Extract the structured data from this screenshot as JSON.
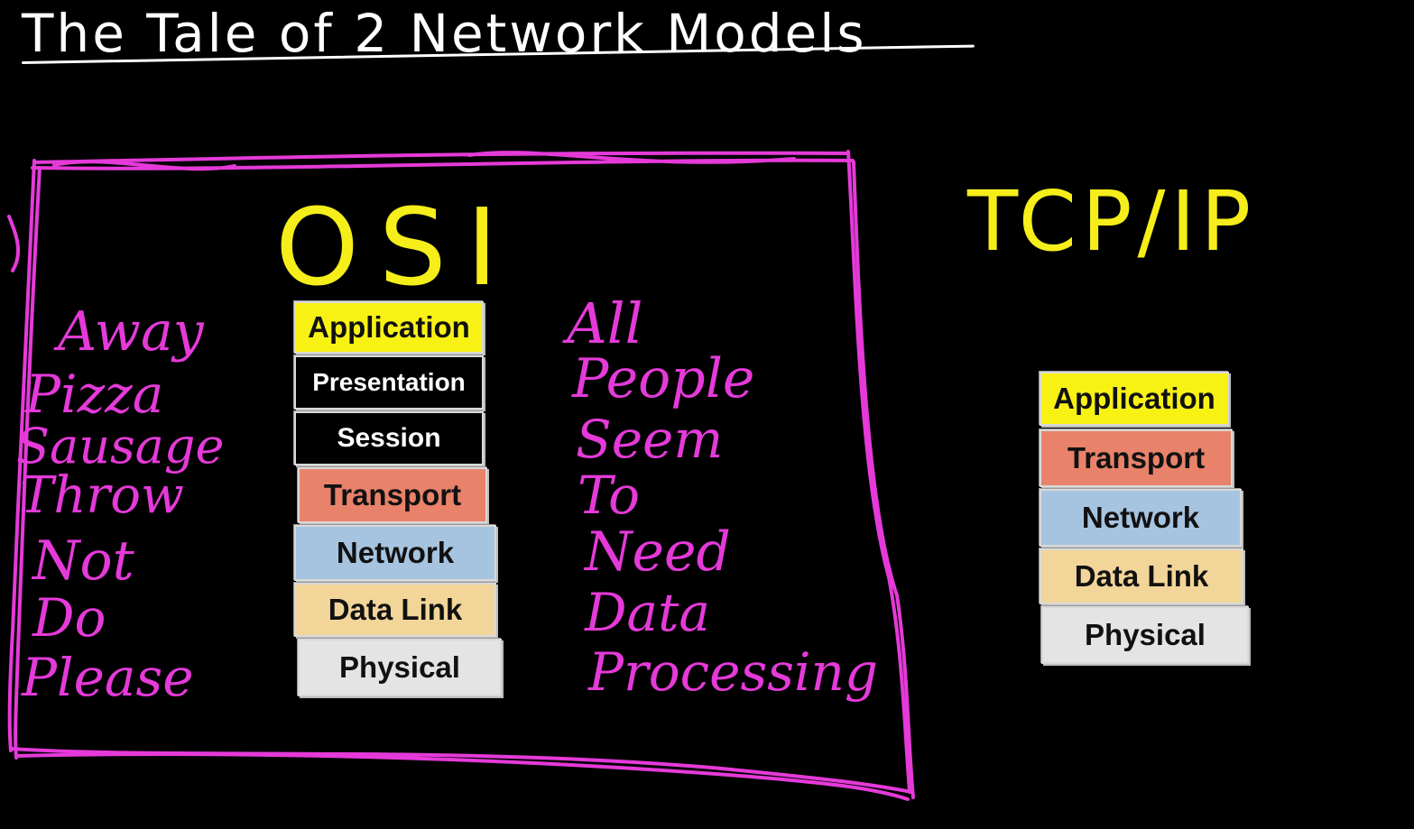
{
  "title": "The Tale of 2 Network Models",
  "osi": {
    "heading": "OSI",
    "layers": [
      {
        "name": "Application",
        "color": "#f8f214"
      },
      {
        "name": "Presentation",
        "color": "#000000"
      },
      {
        "name": "Session",
        "color": "#000000"
      },
      {
        "name": "Transport",
        "color": "#e8826a"
      },
      {
        "name": "Network",
        "color": "#a6c4e0"
      },
      {
        "name": "Data Link",
        "color": "#f2d598"
      },
      {
        "name": "Physical",
        "color": "#e4e4e4"
      }
    ],
    "mnemonic_bottom_up": [
      "Away",
      "Pizza",
      "Sausage",
      "Throw",
      "Not",
      "Do",
      "Please"
    ],
    "mnemonic_top_down": [
      "All",
      "People",
      "Seem",
      "To",
      "Need",
      "Data",
      "Processing"
    ]
  },
  "tcpip": {
    "heading": "TCP/IP",
    "layers": [
      {
        "name": "Application",
        "color": "#f8f214"
      },
      {
        "name": "Transport",
        "color": "#e8826a"
      },
      {
        "name": "Network",
        "color": "#a6c4e0"
      },
      {
        "name": "Data Link",
        "color": "#f2d598"
      },
      {
        "name": "Physical",
        "color": "#e4e4e4"
      }
    ]
  },
  "colors": {
    "frame": "#e53ad9",
    "heading": "#f5ee1a",
    "title": "#ffffff"
  }
}
